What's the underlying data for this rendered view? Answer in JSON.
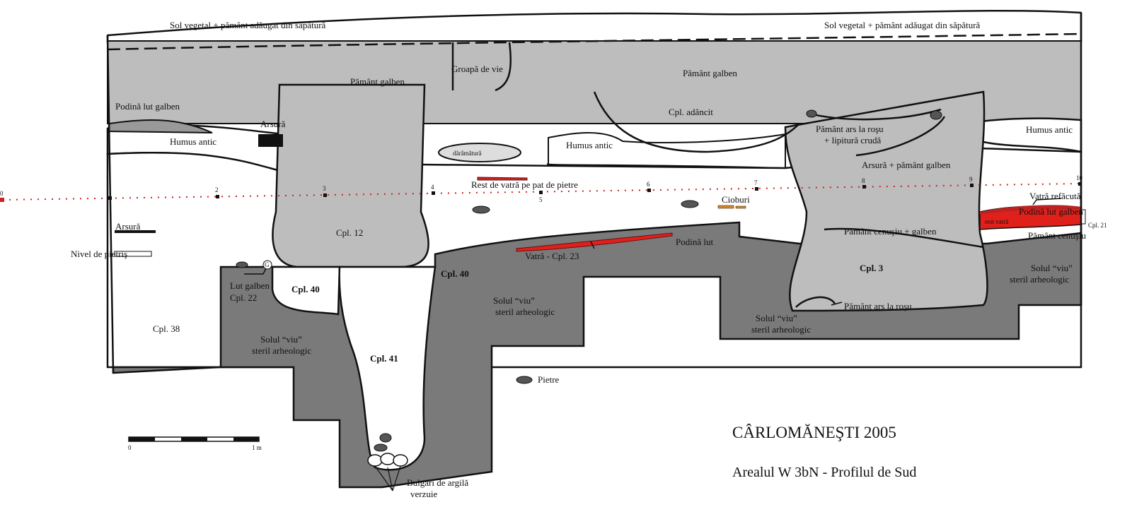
{
  "title": "CÂRLOMĂNEŞTI  2005",
  "subtitle": "Arealul W 3bN - Profilul de Sud",
  "colors": {
    "light_fill": "#bdbdbd",
    "dark_fill": "#7a7a7a",
    "hearth": "#e0201a",
    "stone": "#555555",
    "sherd": "#d98a2b",
    "datum": "#cc2222"
  },
  "datum_points": [
    "0",
    "2",
    "3",
    "4",
    "5",
    "6",
    "7",
    "8",
    "9",
    "10"
  ],
  "scale": {
    "start": "0",
    "end": "1 m"
  },
  "labels": {
    "sol_vegetal_left": "Sol vegetal + pământ adăugat din săpătură",
    "sol_vegetal_right": "Sol vegetal + pământ adăugat din săpătură",
    "pamant_galben_left": "Pământ galben",
    "groapa_de_vie": "Groapă de vie",
    "pamant_galben_right": "Pământ galben",
    "podina_lut_galben": "Podină lut galben",
    "arsura_top": "Arsură",
    "humus_antic_left": "Humus antic",
    "daramatura": "dărâmătură",
    "humus_antic_mid": "Humus antic",
    "cpl_adancit": "Cpl. adâncit",
    "pamant_ars_lipitura_1": "Pământ ars la roşu",
    "pamant_ars_lipitura_2": "+ lipitură crudă",
    "humus_antic_right": "Humus antic",
    "arsura_pamant_galben": "Arsură + pământ galben",
    "rest_de_vatra": "Rest de vatră pe pat de pietre",
    "cioburi": "Cioburi",
    "vatra_refacuta": "Vatră refăcută",
    "podina_lut_galben_right": "Podină lut galben",
    "cpl_21": "Cpl. 21",
    "rest_vatra": "rest vatră",
    "pamant_cenusiu": "Pământ cenuşiu",
    "pamant_cenusiu_galben": "Pământ cenuşiu + galben",
    "arsura_left": "Arsură",
    "nivel_de_pietris": "Nivel de pietriş",
    "cpl_12": "Cpl. 12",
    "podina_lut": "Podină lut",
    "vatra_cpl23": "Vatră - Cpl. 23",
    "cpl_40_left": "Cpl. 40",
    "cpl_40_right": "Cpl. 40",
    "lut_galben": "Lut galben",
    "cpl_22": "Cpl. 22",
    "cpl_38": "Cpl. 38",
    "cpl_3": "Cpl. 3",
    "solul_viu_1a": "Solul “viu”",
    "solul_viu_1b": "steril arheologic",
    "solul_viu_2a": "Solul “viu”",
    "solul_viu_2b": "steril arheologic",
    "solul_viu_3a": "Solul “viu”",
    "solul_viu_3b": "steril arheologic",
    "solul_viu_4a": "Solul “viu”",
    "solul_viu_4b": "steril arheologic",
    "pamant_ars_la_rosu": "Pământ ars la roşu",
    "cpl_41": "Cpl. 41",
    "pietre": "Pietre",
    "bulgari_1": "Bulgări de argilă",
    "bulgari_2": "verzuie",
    "marker_g": "G"
  }
}
